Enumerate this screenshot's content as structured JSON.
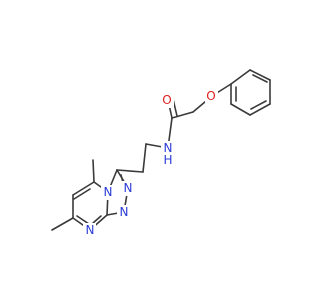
{
  "molecule": {
    "atoms": [
      {
        "id": "o_carbonyl",
        "label": "O",
        "color": "#e02020"
      },
      {
        "id": "o_ether",
        "label": "O",
        "color": "#e02020"
      },
      {
        "id": "n_amide",
        "label": "N",
        "color": "#2a3cd6",
        "h_label": "H"
      },
      {
        "id": "n_bridge",
        "label": "N",
        "color": "#2a3cd6"
      },
      {
        "id": "n_triazole_a",
        "label": "N",
        "color": "#2a3cd6"
      },
      {
        "id": "n_triazole_b",
        "label": "N",
        "color": "#2a3cd6"
      },
      {
        "id": "n_pyrimidine",
        "label": "N",
        "color": "#2a3cd6"
      }
    ]
  }
}
